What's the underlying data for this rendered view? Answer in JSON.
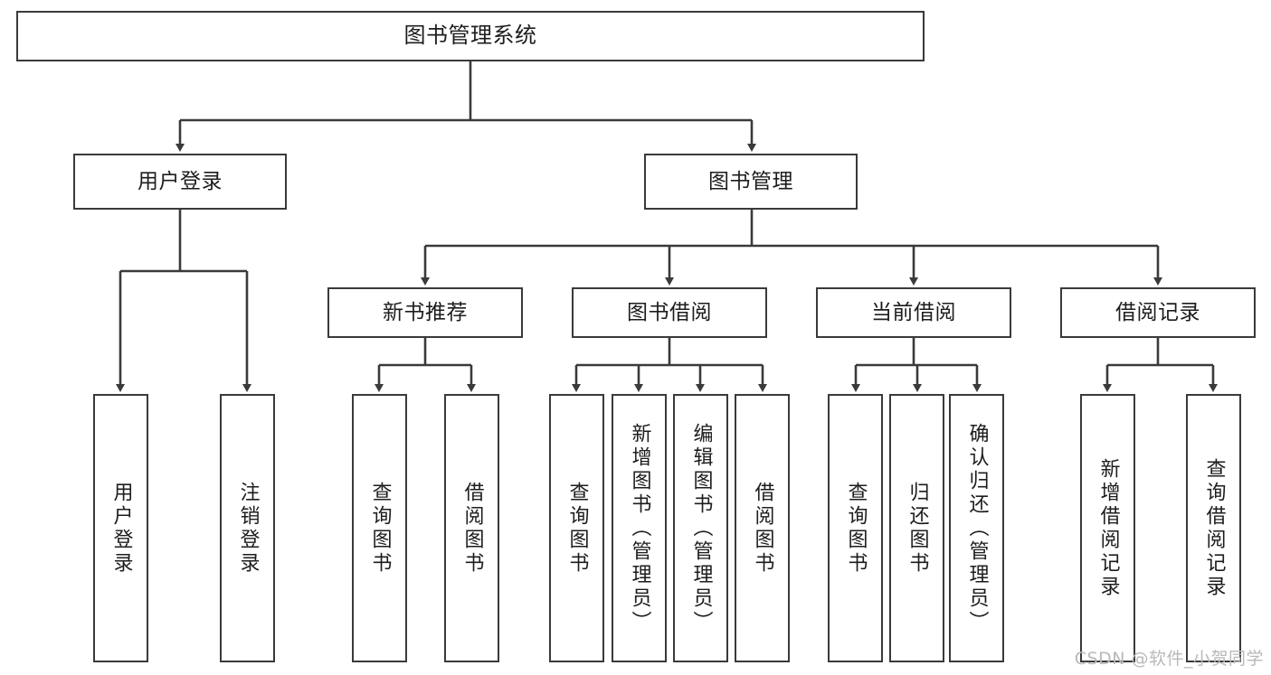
{
  "diagram": {
    "title": "图书管理系统",
    "root": {
      "label": "图书管理系统"
    },
    "level2": [
      {
        "label": "用户登录"
      },
      {
        "label": "图书管理"
      }
    ],
    "level3": [
      {
        "label": "新书推荐"
      },
      {
        "label": "图书借阅"
      },
      {
        "label": "当前借阅"
      },
      {
        "label": "借阅记录"
      }
    ],
    "leaves": {
      "user_login": [
        {
          "label": "用户登录"
        },
        {
          "label": "注销登录"
        }
      ],
      "new_book_recommend": [
        {
          "label": "查询图书"
        },
        {
          "label": "借阅图书"
        }
      ],
      "book_borrow": [
        {
          "label": "查询图书"
        },
        {
          "label": "新增图书（管理员）"
        },
        {
          "label": "编辑图书（管理员）"
        },
        {
          "label": "借阅图书"
        }
      ],
      "current_borrow": [
        {
          "label": "查询图书"
        },
        {
          "label": "归还图书"
        },
        {
          "label": "确认归还（管理员）"
        }
      ],
      "borrow_record": [
        {
          "label": "新增借阅记录"
        },
        {
          "label": "查询借阅记录"
        }
      ]
    }
  },
  "watermark": {
    "text": "CSDN @软件_小贺同学"
  },
  "colors": {
    "stroke": "#3a3a3a",
    "text": "#1d1d1d",
    "background": "#ffffff",
    "watermark": "#b9b9b9"
  }
}
